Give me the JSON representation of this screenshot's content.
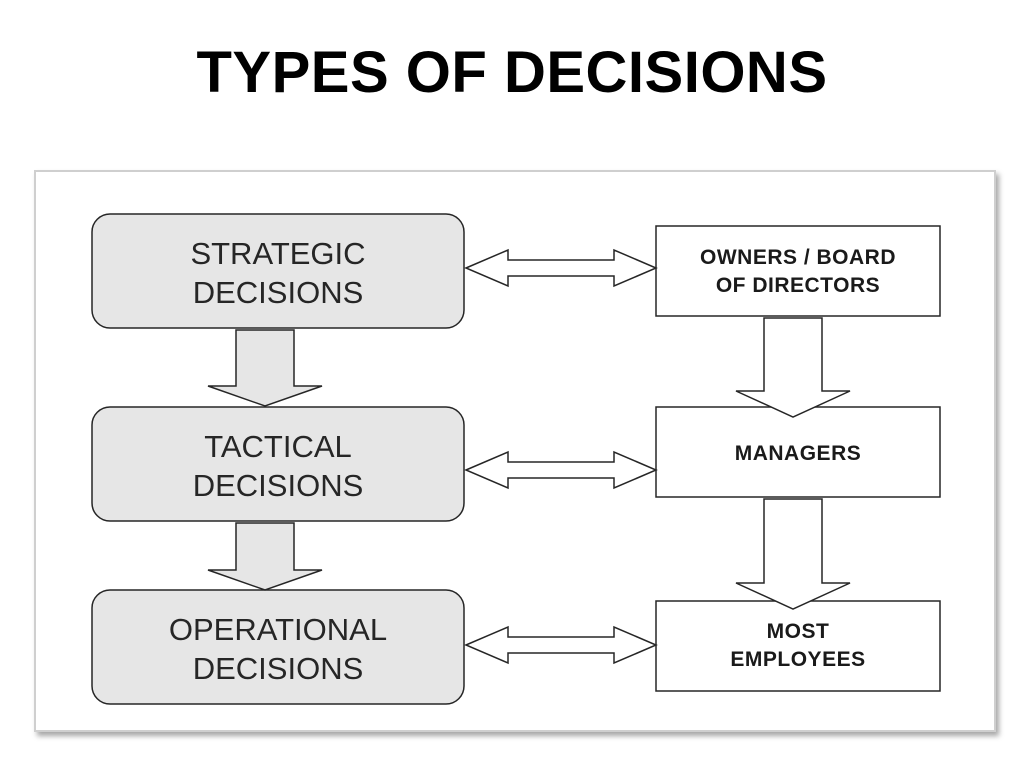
{
  "title": "TYPES OF DECISIONS",
  "decisions": [
    {
      "line1": "STRATEGIC",
      "line2": "DECISIONS"
    },
    {
      "line1": "TACTICAL",
      "line2": "DECISIONS"
    },
    {
      "line1": "OPERATIONAL",
      "line2": "DECISIONS"
    }
  ],
  "roles": [
    {
      "line1": "OWNERS / BOARD",
      "line2": "OF DIRECTORS"
    },
    {
      "line1": "MANAGERS",
      "line2": ""
    },
    {
      "line1": "MOST",
      "line2": "EMPLOYEES"
    }
  ],
  "colors": {
    "decision_fill": "#e6e6e6",
    "stroke": "#262626"
  }
}
